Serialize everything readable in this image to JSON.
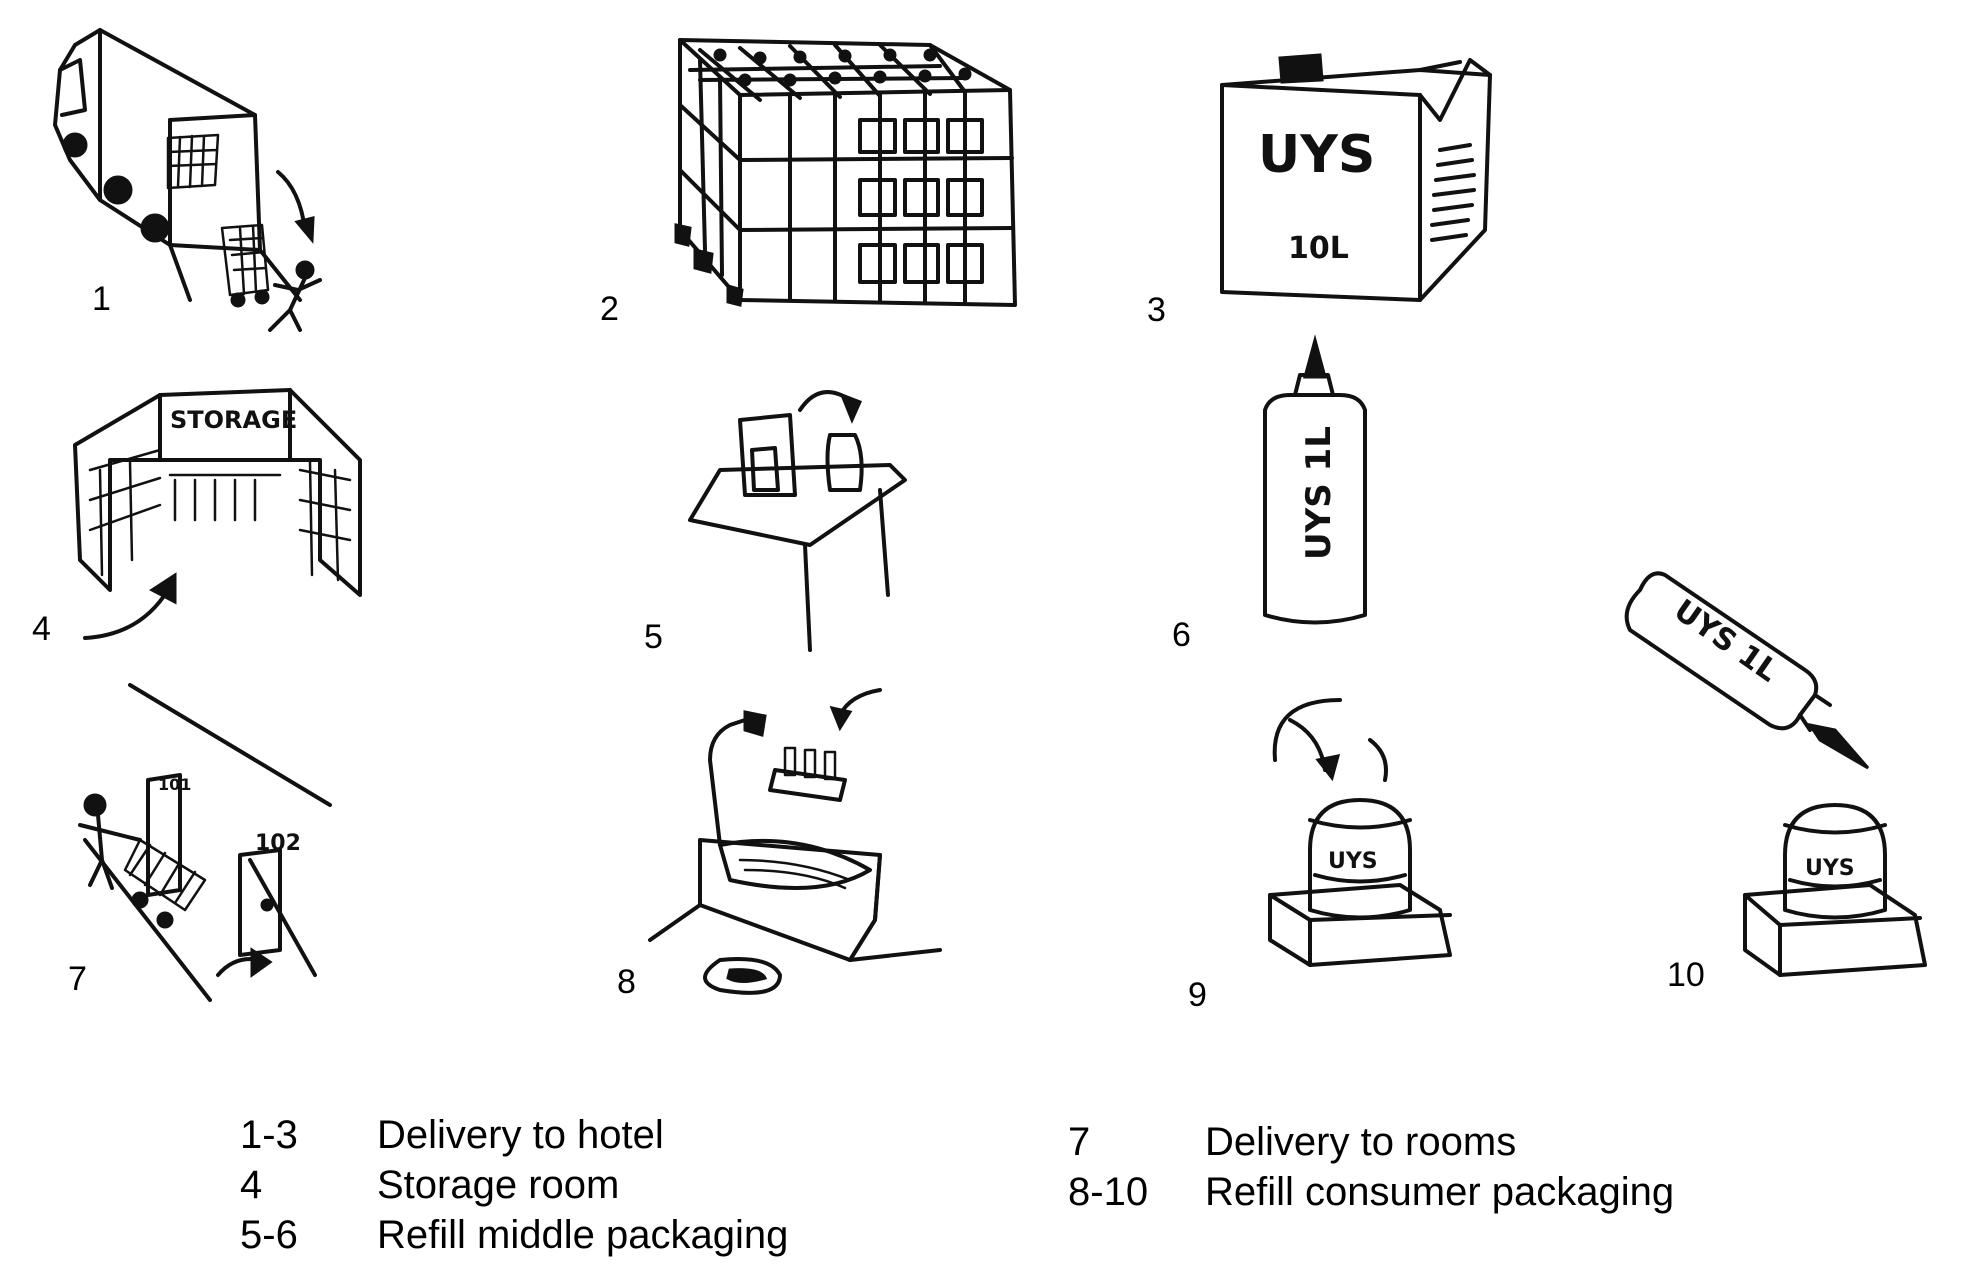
{
  "panel_numbers": [
    "1",
    "2",
    "3",
    "4",
    "5",
    "6",
    "7",
    "8",
    "9",
    "10"
  ],
  "sketch_labels": {
    "box_brand": "UYS",
    "box_volume": "10L",
    "storage_sign": "STORAGE",
    "bottle_label": "UYS 1L",
    "door_101": "101",
    "door_102": "102",
    "jar_label_9": "UYS",
    "jar_label_10": "UYS"
  },
  "legend": [
    {
      "code": "1-3",
      "text": "Delivery to hotel"
    },
    {
      "code": "4",
      "text": "Storage room"
    },
    {
      "code": "5-6",
      "text": "Refill middle packaging"
    },
    {
      "code": "7",
      "text": "Delivery to rooms"
    },
    {
      "code": "8-10",
      "text": "Refill consumer packaging"
    }
  ]
}
